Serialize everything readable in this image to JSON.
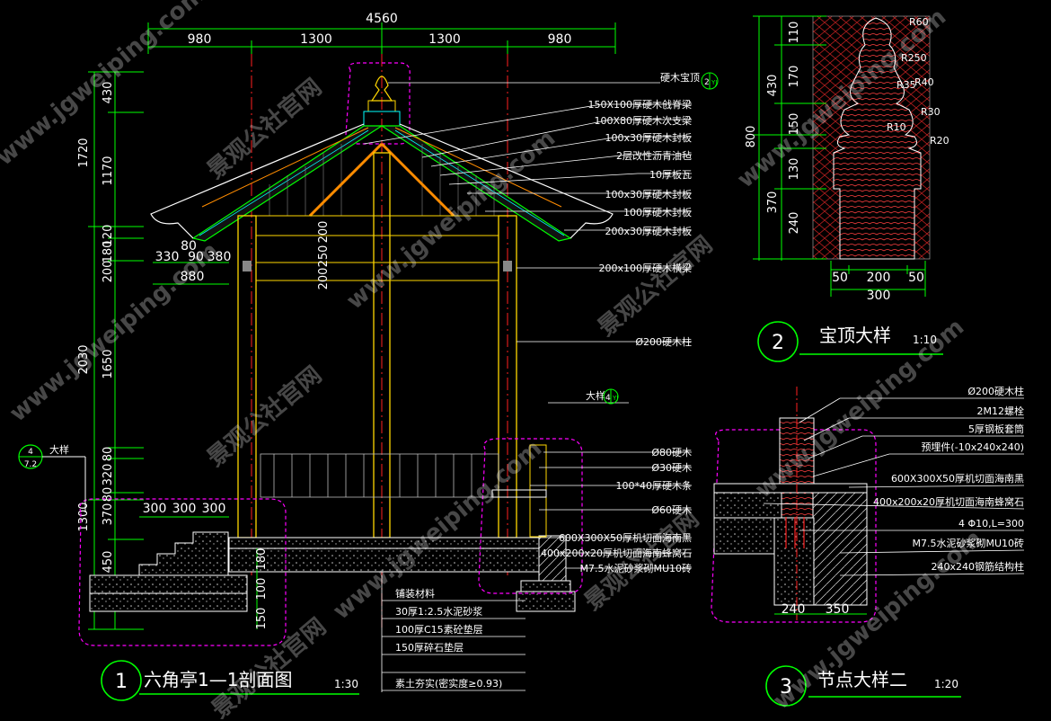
{
  "section": {
    "top_total": "4560",
    "top_parts": [
      "980",
      "1300",
      "1300",
      "980"
    ],
    "left_outer": [
      "1720",
      "2030",
      "1300"
    ],
    "left_inner": [
      "430",
      "1170",
      "120",
      "180",
      "200",
      "1650",
      "80",
      "320",
      "80",
      "370",
      "450"
    ],
    "eave_dims": [
      "80",
      "330",
      "90",
      "380",
      "880"
    ],
    "center_dims": [
      "200",
      "250",
      "200"
    ],
    "step_dims": [
      "300",
      "300",
      "300"
    ],
    "base_dims": [
      "180",
      "100",
      "150"
    ],
    "labels": [
      "硬木宝顶",
      "150X100厚硬木戗脊梁",
      "100X80厚硬木次支梁",
      "100x30厚硬木封板",
      "2层改性沥青油毡",
      "10厚板瓦",
      "100x30厚硬木封板",
      "100厚硬木封板",
      "200x30厚硬木封板",
      "200x100厚硬木横梁",
      "Ø200硬木柱"
    ],
    "lower_labels": [
      "大样",
      "Ø80硬木",
      "Ø30硬木",
      "100*40厚硬木条",
      "Ø60硬木",
      "600X300X50厚机切面海南黑",
      "400x200x20厚机切面海南蜂窝石",
      "M7.5水泥砂浆砌MU10砖"
    ],
    "callout_detail": "大样",
    "callout_num": "4",
    "callout_sub": "7.2",
    "callout_top_num": "2",
    "callout_yj": "YJ",
    "paving_title": "铺装材料",
    "paving_items": [
      "30厚1:2.5水泥砂浆",
      "100厚C15素砼垫层",
      "150厚碎石垫层",
      "素土夯实(密实度≥0.93)"
    ],
    "title_num": "1",
    "title": "六角亭1—1剖面图",
    "scale": "1:30"
  },
  "finial": {
    "left_total": "800",
    "left_parts": [
      "430",
      "370"
    ],
    "inner_parts": [
      "110",
      "170",
      "150",
      "130",
      "240"
    ],
    "radii": [
      "R60",
      "R250",
      "R35",
      "R40",
      "R30",
      "R10",
      "R20"
    ],
    "bottom_parts": [
      "50",
      "200",
      "50"
    ],
    "bottom_total": "300",
    "title_num": "2",
    "title": "宝顶大样",
    "scale": "1:10"
  },
  "node": {
    "labels": [
      "Ø200硬木柱",
      "2M12螺栓",
      "5厚钢板套筒",
      "预埋件(-10x240x240)",
      "600X300X50厚机切面海南黑",
      "400x200x20厚机切面海南蜂窝石",
      "4 Φ10,L=300",
      "M7.5水泥砂浆砌MU10砖",
      "240x240钢筋结构柱"
    ],
    "bottom_dims": [
      "240",
      "350"
    ],
    "title_num": "3",
    "title": "节点大样二",
    "scale": "1:20"
  },
  "watermark": {
    "url": "www.jgweiping.com",
    "brand": "景观公社官网"
  },
  "colors": {
    "background": "#000000",
    "dimension": "#ffffff",
    "roof": "#00ff00",
    "column": "#ffd700",
    "axis": "#ff2020",
    "cloud": "#ff00ff",
    "structure": "#ff8c00",
    "title_circle": "#00ff00",
    "leader": "#ffffff",
    "hatch": "#ff3030"
  }
}
